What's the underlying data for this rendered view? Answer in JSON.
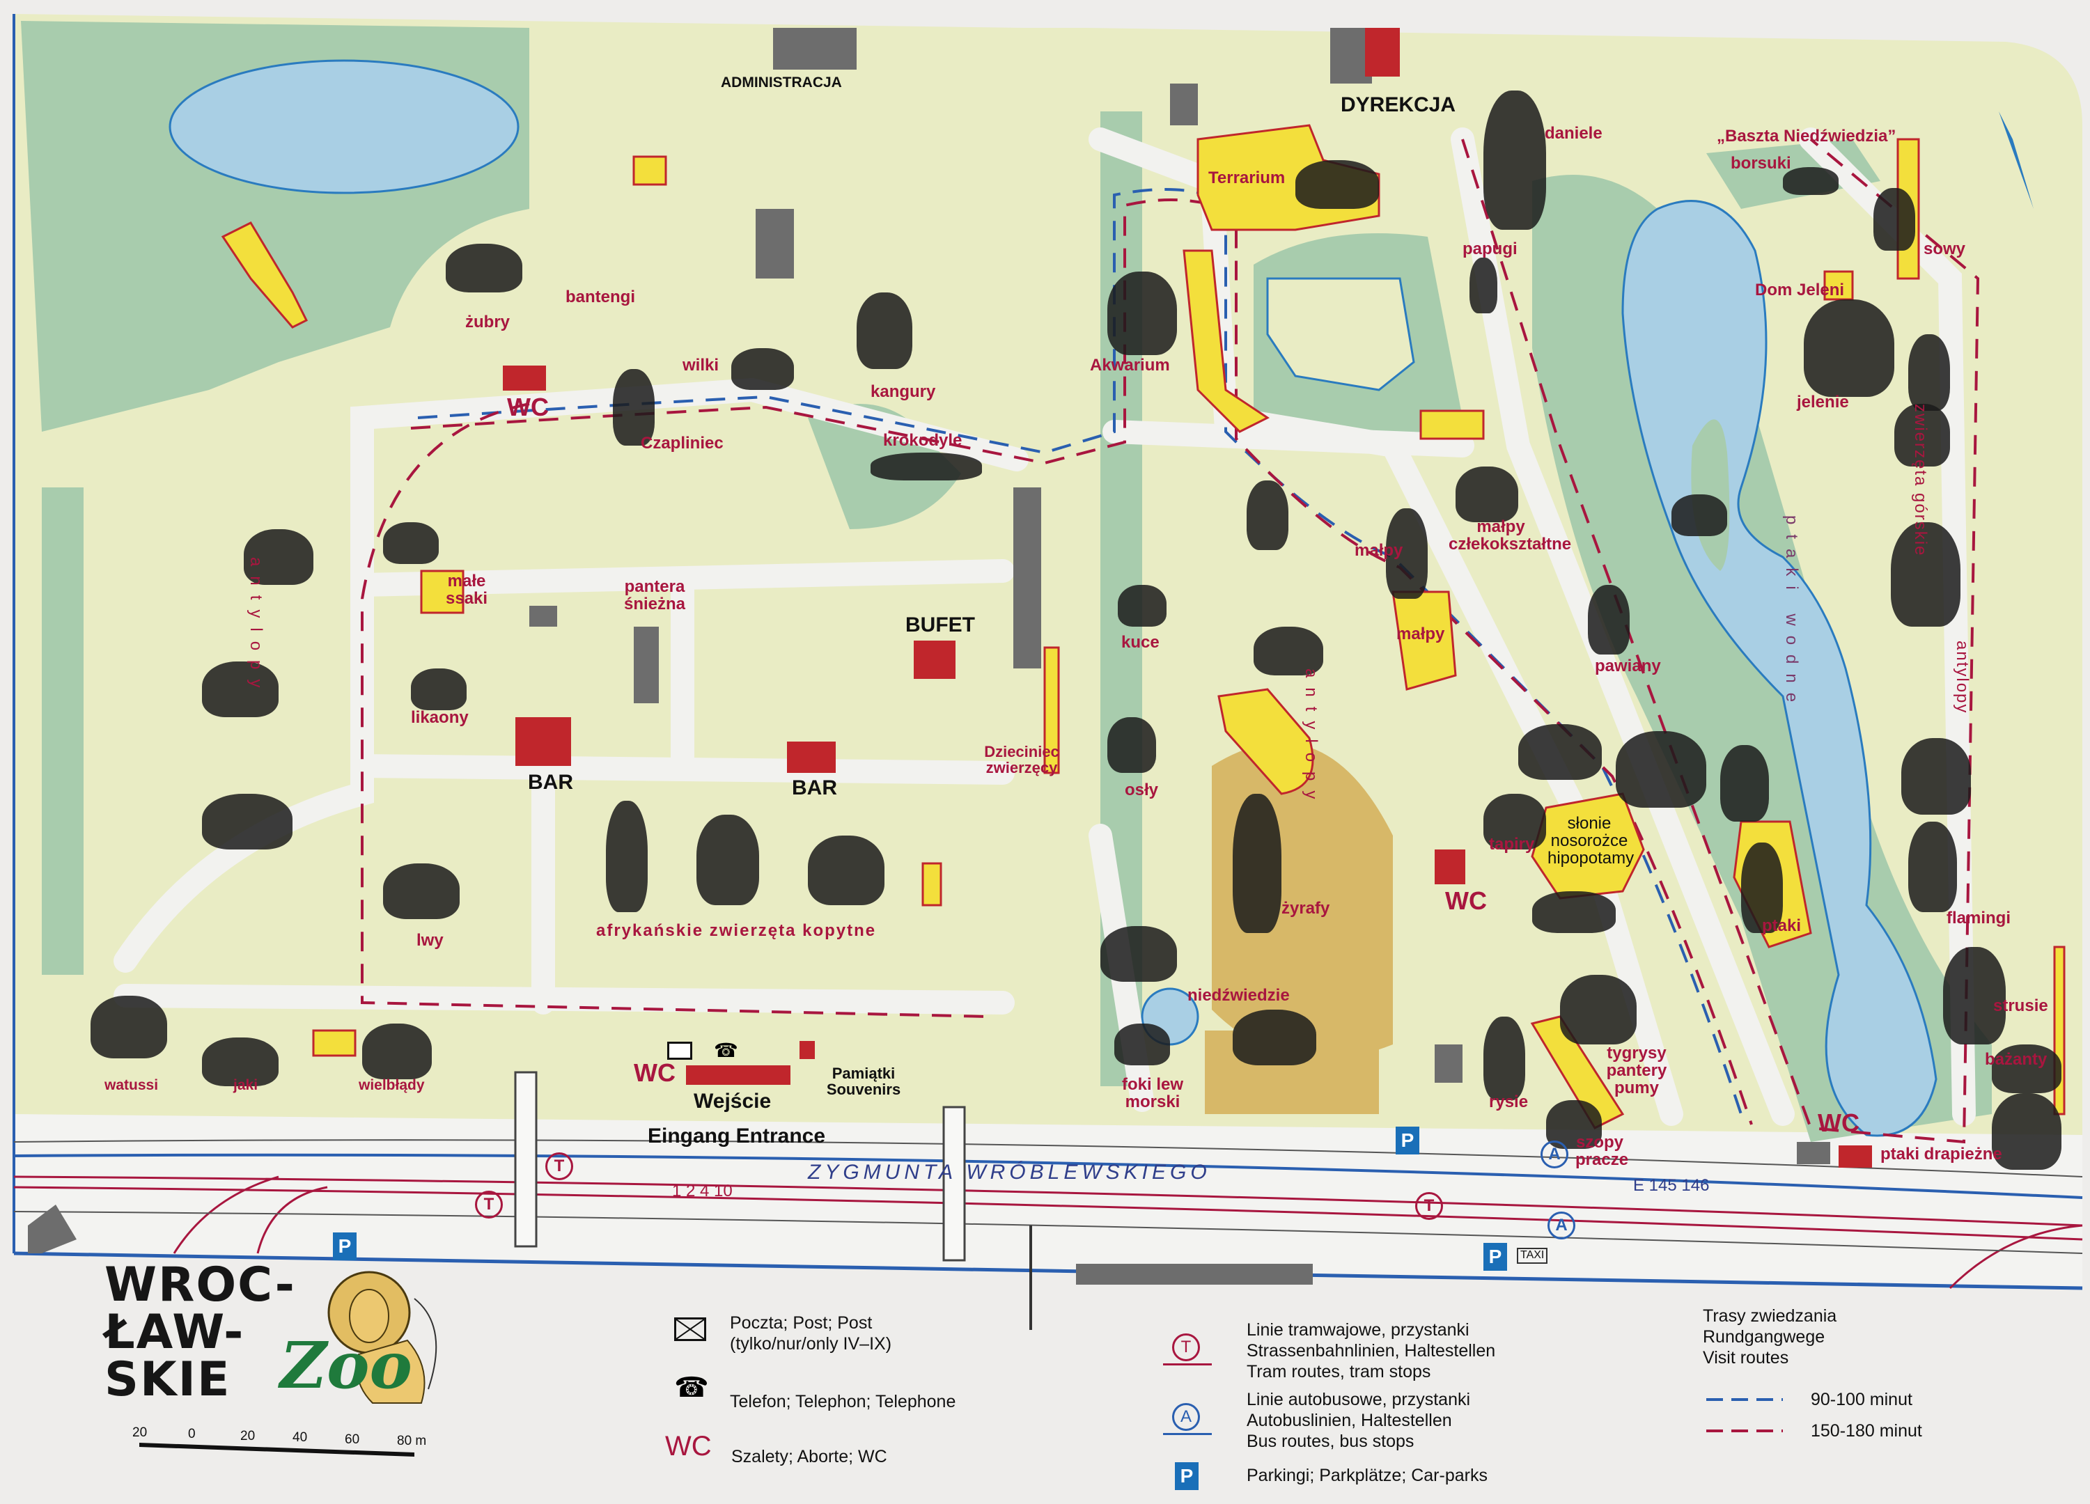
{
  "colors": {
    "label_red": "#a8163f",
    "building_yellow": "#f3df3c",
    "wc_red": "#c0262c",
    "water": "#a9cfe4",
    "woods": "#a8ccad",
    "base": "#e9ecc4",
    "route_blue": "#2a5fb0",
    "route_red": "#a8163f"
  },
  "map": {
    "buildings": {
      "administracja": "ADMINISTRACJA",
      "dyrekcja": "DYREKCJA",
      "bufet": "BUFET",
      "bar_1": "BAR",
      "bar_2": "BAR",
      "terrarium": "Terrarium",
      "akwarium": "Akwarium",
      "czapliniec": "Czapliniec",
      "dom_jeleni": "Dom Jeleni",
      "baszta": "„Baszta Niedźwiedzia”"
    },
    "animals": {
      "zubry": "żubry",
      "bantengi": "bantengi",
      "wilki": "wilki",
      "kangury": "kangury",
      "krokodyle": "krokodyle",
      "antylopy_w": "antylopy",
      "male_ssaki": "małe ssaki",
      "pantera": "pantera śnieżna",
      "likaony": "likaony",
      "lwy": "lwy",
      "afrykanskie": "afrykańskie zwierzęta kopytne",
      "watussi": "watussi",
      "jaki": "jaki",
      "wielblady": "wielbłądy",
      "dzieciniec": "Dzieciniec zwierzęcy",
      "kuce": "kuce",
      "osly": "osły",
      "antylopy_c": "antylopy",
      "zyrafy": "żyrafy",
      "niedzwiedzie": "niedźwiedzie",
      "foki": "foki lew morski",
      "daniele": "daniele",
      "papugi": "papugi",
      "borsuki": "borsuki",
      "sowy": "sowy",
      "jelenie": "jelenie",
      "malpy_1": "małpy",
      "malpy_czl": "małpy człekokształtne",
      "malpy_2": "małpy",
      "pawiany": "pawiany",
      "ptaki_wodne": "ptaki wodne",
      "zwierzeta_gorskie": "zwierzęta górskie",
      "antylopy_e": "antylopy",
      "tapiry": "tapiry",
      "slonie": "słonie nosorożce hipopotamy",
      "ptaki": "ptaki",
      "flamingi": "flamingi",
      "strusie": "strusie",
      "bazanty": "bażanty",
      "tygrysy": "tygrysy pantery pumy",
      "rysie": "rysie",
      "szopy": "szopy pracze",
      "ptaki_drapiezne": "ptaki drapieżne"
    },
    "wc": [
      "WC",
      "WC",
      "WC",
      "WC"
    ],
    "entrance": {
      "wejscie": "Wejście",
      "eingang": "Eingang  Entrance",
      "pamiatki": "Pamiątki Souvenirs"
    },
    "streets": {
      "zygmunta": "ZYGMUNTA   WRÓBLEWSKIEGO",
      "tram_lines": "1  2  4  10",
      "bus_lines": "E 145  146",
      "taxi": "TAXI"
    },
    "symbols": {
      "tram": "T",
      "bus": "A",
      "parking": "P"
    }
  },
  "logo": {
    "text_lines": [
      "WROC-",
      "ŁAW-",
      "SKIE"
    ],
    "zoo": "Zoo",
    "scale_ticks": [
      "20",
      "0",
      "20",
      "40",
      "60",
      "80 m"
    ]
  },
  "legend": {
    "post": "Poczta; Post; Post\n(tylko/nur/only IV–IX)",
    "post_line1": "Poczta; Post; Post",
    "post_line2": "(tylko/nur/only IV–IX)",
    "telephone": "Telefon; Telephon; Telephone",
    "wc_symbol": "WC",
    "wc": "Szalety; Aborte; WC",
    "tram_1": "Linie tramwajowe, przystanki",
    "tram_2": "Strassenbahnlinien, Haltestellen",
    "tram_3": "Tram routes, tram stops",
    "bus_1": "Linie autobusowe, przystanki",
    "bus_2": "Autobuslinien, Haltestellen",
    "bus_3": "Bus routes, bus stops",
    "parking": "Parkingi; Parkplätze; Car-parks",
    "routes_1": "Trasy zwiedzania",
    "routes_2": "Rundgangwege",
    "routes_3": "Visit routes",
    "route_short": "90-100 minut",
    "route_long": "150-180 minut"
  }
}
